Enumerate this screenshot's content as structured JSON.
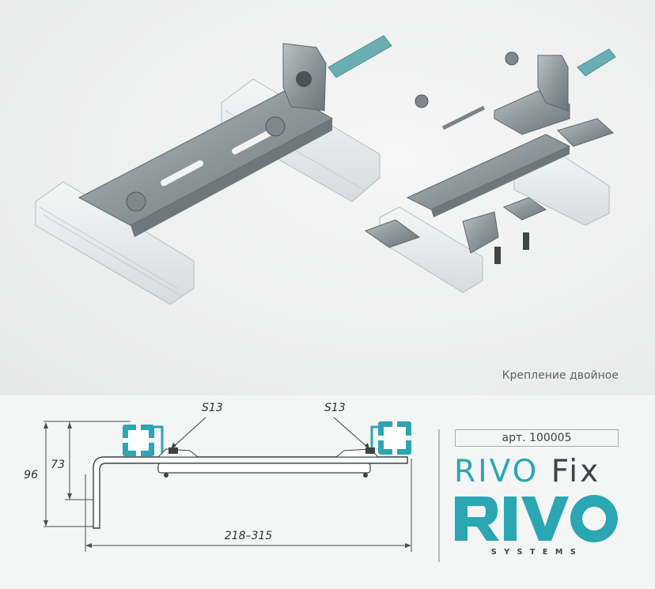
{
  "caption": "Крепление двойное",
  "dimensions": {
    "height_outer": "96",
    "height_inner": "73",
    "width_range": "218–315",
    "nut_left": "S13",
    "nut_right": "S13"
  },
  "article": "арт. 100005",
  "product": {
    "name_first": "RIVO",
    "name_second": "Fix"
  },
  "logo": {
    "word": "RIVO",
    "sub": "SYSTEMS"
  },
  "colors": {
    "accent": "#2aa7b3",
    "dark": "#3c4447",
    "steel": "#9aa3a7"
  }
}
